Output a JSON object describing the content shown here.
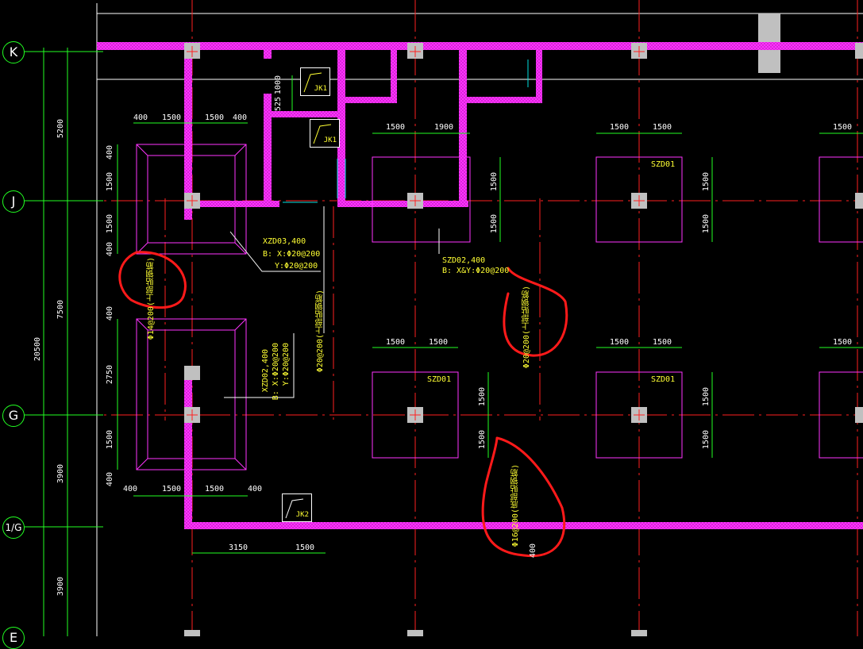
{
  "grid_axes": {
    "k": "K",
    "j": "J",
    "g": "G",
    "g1": "1/G",
    "e": "E"
  },
  "overall_dims": {
    "total": "20500",
    "k_j": "5200",
    "j_g": "7500",
    "g_1g": "3900",
    "below_1g": "3900"
  },
  "top_left_dims": [
    "400",
    "1500",
    "1500",
    "400"
  ],
  "left_footing_side": [
    "400",
    "1500",
    "1500",
    "400"
  ],
  "lower_left_side": [
    "400",
    "2750",
    "1500",
    "400"
  ],
  "lower_left_bottom": [
    "400",
    "1500",
    "1500",
    "400"
  ],
  "jk_bottom_dims": [
    "3150",
    "1500"
  ],
  "stair_dims": [
    "1000",
    "525"
  ],
  "mid_top_dims": [
    "1500",
    "1900"
  ],
  "mid_top_side": [
    "1500",
    "1500"
  ],
  "right_top_dims": [
    "1500",
    "1500"
  ],
  "right_top_side": [
    "1500",
    "1500"
  ],
  "far_right_top": "1500",
  "mid_low_dims": [
    "1500",
    "1500"
  ],
  "mid_low_side": [
    "1500",
    "1500"
  ],
  "right_low_dims": [
    "1500",
    "1500"
  ],
  "right_low_side": [
    "1500",
    "1500"
  ],
  "far_right_low": "1500",
  "footing_labels": {
    "szd01_top_right": "SZD01",
    "szd01_mid_low": "SZD01",
    "szd01_right_low": "SZD01"
  },
  "xzd03": {
    "title": "XZD03,400",
    "line1": "B: X:Φ20@200",
    "line2": "Y:Φ20@200"
  },
  "szd02": {
    "title": "SZD02,400",
    "line1": "B: X&Y:Φ20@200"
  },
  "xzd02": {
    "title": "XZD02,400",
    "line1": "B: X:Φ20@200",
    "line2": "Y:Φ20@200"
  },
  "beam_rebar_left": "Φ14@200(上部贴钢筋)",
  "beam_rebar_mid": "Φ20@200(上部贴钢筋)",
  "beam_rebar_right": "Φ20@200(上部贴钢筋)",
  "beam_rebar_low": "Φ16@200(底部贴钢筋)",
  "beam_low_dim": "400",
  "jk_tags": [
    "JK1",
    "JK1",
    "JK2"
  ]
}
